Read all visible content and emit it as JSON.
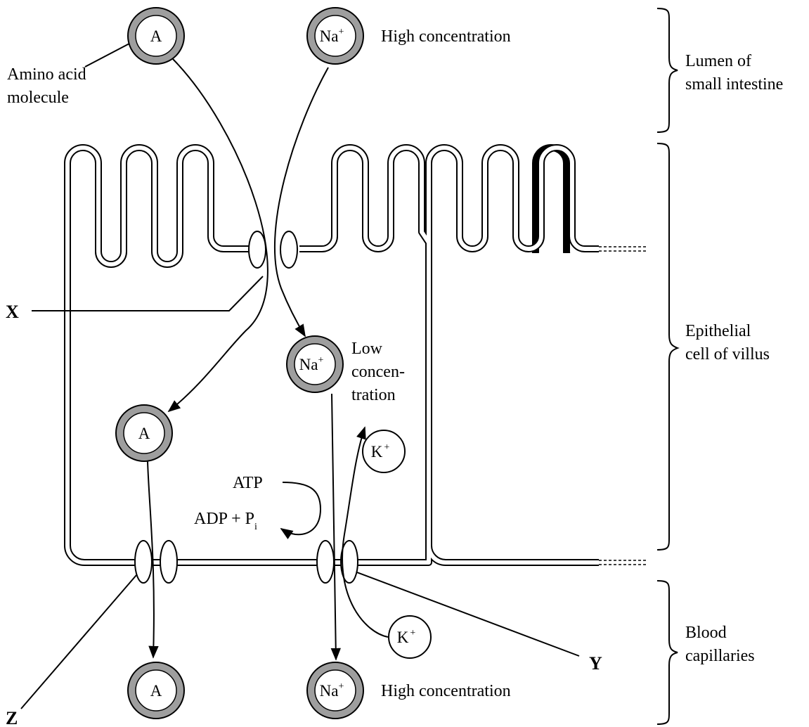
{
  "labels": {
    "amino_acid_line1": "Amino acid",
    "amino_acid_line2": "molecule",
    "high_conc_top": "High concentration",
    "high_conc_bottom": "High concentration",
    "low_conc_line1": "Low",
    "low_conc_line2": "concen-",
    "low_conc_line3": "tration",
    "atp": "ATP",
    "adp": "ADP + P",
    "adp_sub": "i",
    "x": "X",
    "y": "Y",
    "z": "Z"
  },
  "regions": {
    "lumen_line1": "Lumen of",
    "lumen_line2": "small intestine",
    "epithelial_line1": "Epithelial",
    "epithelial_line2": "cell of villus",
    "blood_line1": "Blood",
    "blood_line2": "capillaries"
  },
  "ions": {
    "amino": "A",
    "sodium": "Na",
    "sodium_charge": "+",
    "potassium": "K",
    "potassium_charge": "+"
  },
  "colors": {
    "ion_ring": "#9e9e9e",
    "stroke": "#000000"
  }
}
